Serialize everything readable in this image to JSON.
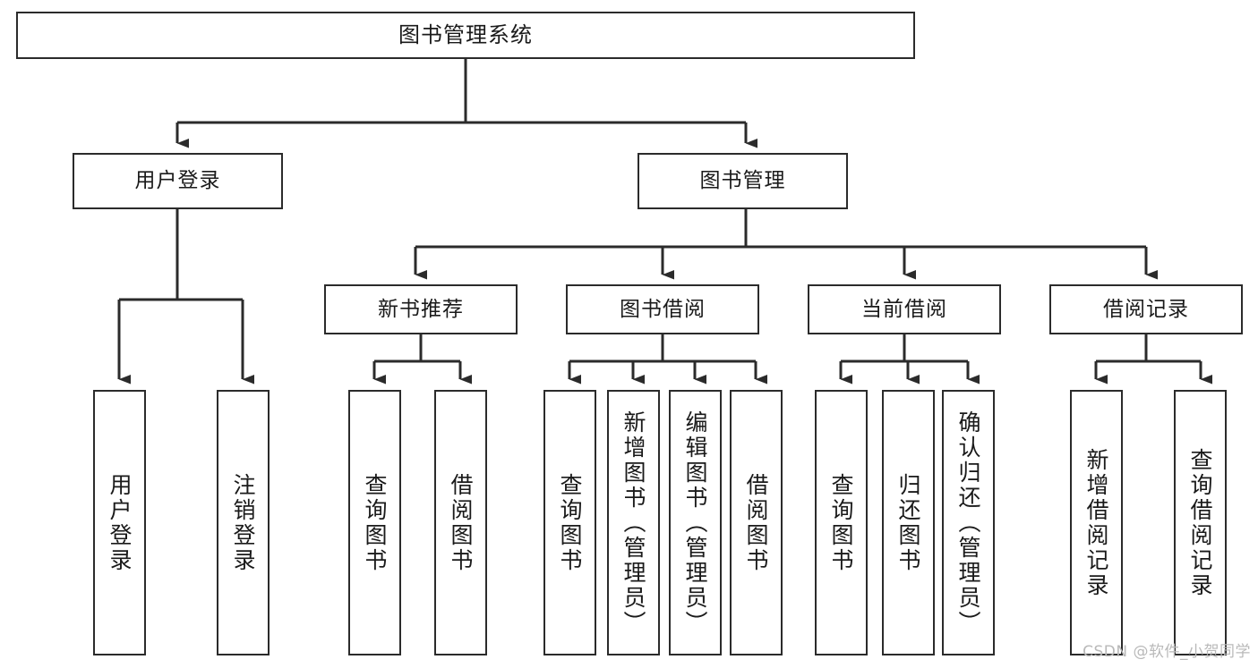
{
  "diagram": {
    "title": "图书管理系统",
    "type": "tree-hierarchy",
    "watermark": "CSDN @软件_小贺同学",
    "colors": {
      "stroke": "#2b2b2b",
      "fill": "#ffffff",
      "text": "#1a1a1a",
      "watermark": "#b9b9b9"
    },
    "nodes": {
      "root": {
        "label": "图书管理系统"
      },
      "level2": [
        {
          "label": "用户登录"
        },
        {
          "label": "图书管理"
        }
      ],
      "level3": [
        {
          "label": "新书推荐"
        },
        {
          "label": "图书借阅"
        },
        {
          "label": "当前借阅"
        },
        {
          "label": "借阅记录"
        }
      ],
      "leaves_login": [
        {
          "label": "用户登录"
        },
        {
          "label": "注销登录"
        }
      ],
      "leaves_newbook": [
        {
          "label": "查询图书"
        },
        {
          "label": "借阅图书"
        }
      ],
      "leaves_borrow": [
        {
          "label": "查询图书"
        },
        {
          "label": "新增图书（管理员）"
        },
        {
          "label": "编辑图书（管理员）"
        },
        {
          "label": "借阅图书"
        }
      ],
      "leaves_current": [
        {
          "label": "查询图书"
        },
        {
          "label": "归还图书"
        },
        {
          "label": "确认归还（管理员）"
        }
      ],
      "leaves_record": [
        {
          "label": "新增借阅记录"
        },
        {
          "label": "查询借阅记录"
        }
      ]
    }
  }
}
